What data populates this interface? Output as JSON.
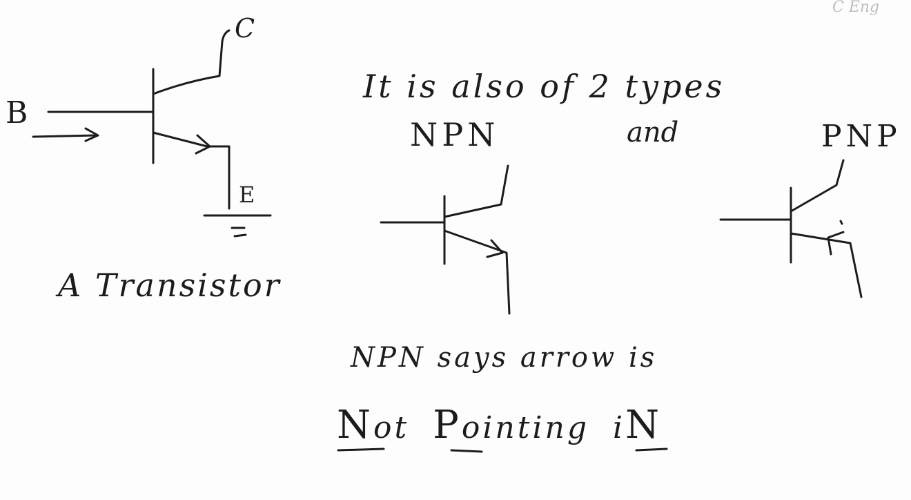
{
  "diagram": {
    "terminal_b": "B",
    "terminal_c": "C",
    "terminal_e": "E",
    "caption": "A Transistor"
  },
  "types_text": "It is also of 2 types",
  "npn_label": "NPN",
  "and_label": "and",
  "pnp_label": "PNP",
  "mnemonic": {
    "line1": "NPN says arrow is",
    "word1_cap": "N",
    "word1_rest": "ot",
    "word2_cap": "P",
    "word2_rest": "ointing",
    "word3_rest": "i",
    "word3_cap": "N"
  },
  "corner_scribble": "C Eng"
}
